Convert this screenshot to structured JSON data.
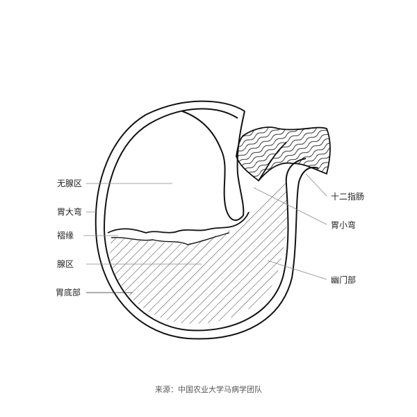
{
  "labels": {
    "non_glandular": "无腺区",
    "greater_curvature": "胃大弯",
    "margo_plicatus": "褶缘",
    "glandular": "腺区",
    "fundus": "胃底部",
    "duodenum": "十二指肠",
    "lesser_curvature": "胃小弯",
    "pylorus": "幽门部"
  },
  "source": "来源：中国农业大学马病学团队",
  "colors": {
    "line": "#111111",
    "leader": "#888888"
  }
}
